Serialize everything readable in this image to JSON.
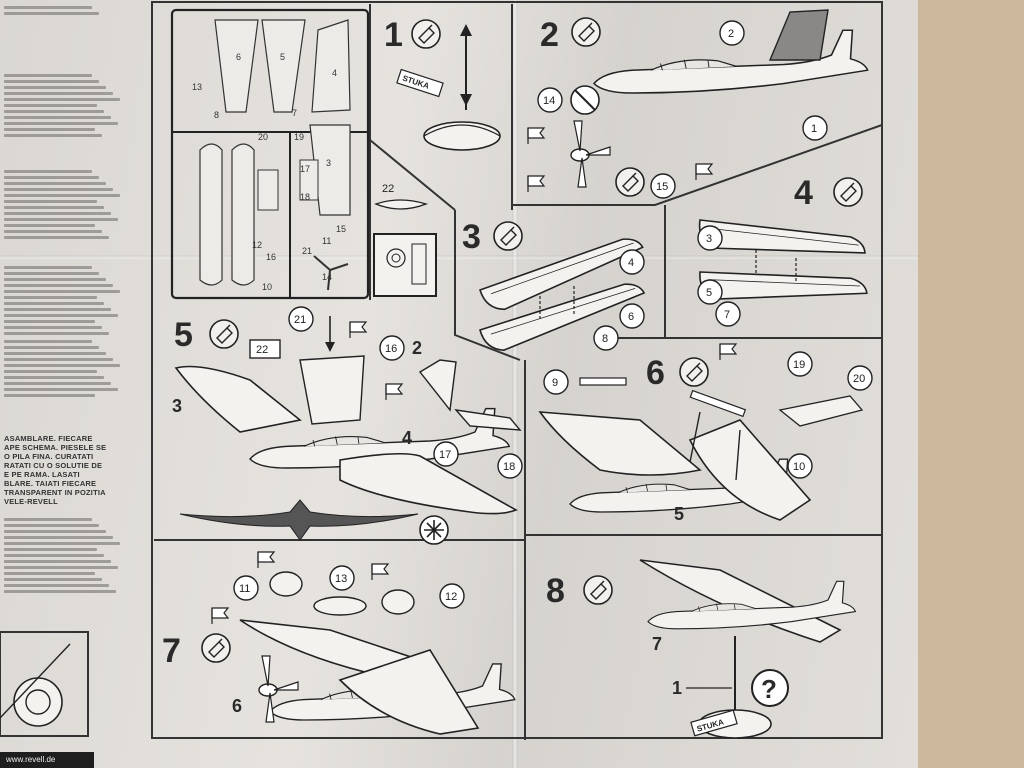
{
  "steps": [
    {
      "number": "1",
      "parts": [
        "STUKA"
      ]
    },
    {
      "number": "2",
      "parts": [
        "2",
        "1",
        "14",
        "15"
      ]
    },
    {
      "number": "3",
      "parts": [
        "4",
        "6",
        "8"
      ]
    },
    {
      "number": "4",
      "parts": [
        "3",
        "5",
        "7"
      ]
    },
    {
      "number": "5",
      "parts": [
        "21",
        "22",
        "16",
        "2",
        "3",
        "4",
        "17",
        "18"
      ]
    },
    {
      "number": "6",
      "parts": [
        "9",
        "19",
        "20",
        "10",
        "5"
      ]
    },
    {
      "number": "7",
      "parts": [
        "11",
        "13",
        "12",
        "6"
      ]
    },
    {
      "number": "8",
      "parts": [
        "7",
        "1",
        "STUKA"
      ]
    }
  ],
  "sprue_labels": [
    "6",
    "5",
    "4",
    "3",
    "13",
    "8",
    "7",
    "20",
    "19",
    "17",
    "18",
    "12",
    "21",
    "11",
    "16",
    "10",
    "14",
    "15",
    "22"
  ],
  "side_text": {
    "heading_ro": "ASAMBLARE. FIECARE\nAPE SCHEMA. PIESELE SE\nO PILA FINA. CURATATI\nRATATI CU O SOLUTIE DE\nE PE RAMA. LASATI\nBLARE. TAIATI FIECARE\nTRANSPARENT IN POZITIA\nVELE-REVELL"
  },
  "footer_url": "www.revell.de",
  "icons": [
    "glue-tube-icon",
    "question-mark-icon",
    "no-glue-icon",
    "decal-flag-icon"
  ]
}
